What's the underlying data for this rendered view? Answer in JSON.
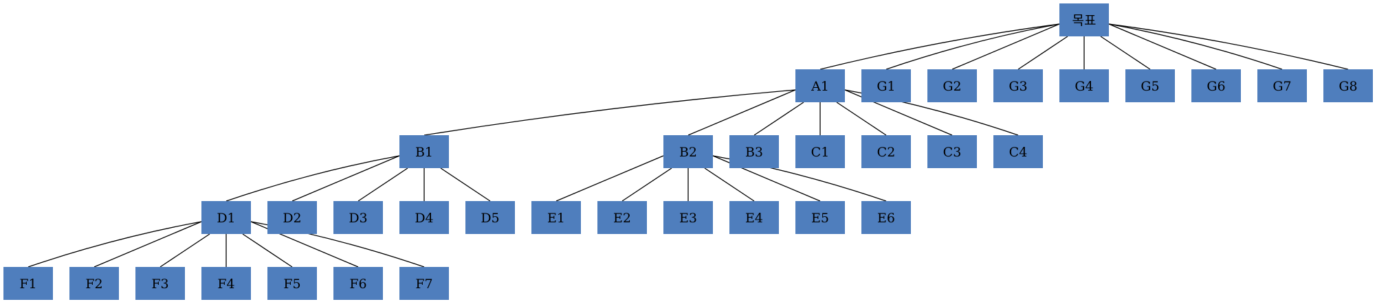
{
  "colors": {
    "node_fill": "#4f7ebd",
    "edge": "#000000",
    "label": "#000000",
    "background": "#ffffff"
  },
  "root": {
    "label": "목표",
    "children": [
      {
        "label": "A1",
        "children": [
          {
            "label": "B1",
            "children": [
              {
                "label": "D1",
                "children": [
                  {
                    "label": "F1"
                  },
                  {
                    "label": "F2"
                  },
                  {
                    "label": "F3"
                  },
                  {
                    "label": "F4"
                  },
                  {
                    "label": "F5"
                  },
                  {
                    "label": "F6"
                  },
                  {
                    "label": "F7"
                  }
                ]
              },
              {
                "label": "D2"
              },
              {
                "label": "D3"
              },
              {
                "label": "D4"
              },
              {
                "label": "D5"
              }
            ]
          },
          {
            "label": "B2",
            "children": [
              {
                "label": "E1"
              },
              {
                "label": "E2"
              },
              {
                "label": "E3"
              },
              {
                "label": "E4"
              },
              {
                "label": "E5"
              },
              {
                "label": "E6"
              }
            ]
          },
          {
            "label": "B3"
          },
          {
            "label": "C1"
          },
          {
            "label": "C2"
          },
          {
            "label": "C3"
          },
          {
            "label": "C4"
          }
        ]
      },
      {
        "label": "G1"
      },
      {
        "label": "G2"
      },
      {
        "label": "G3"
      },
      {
        "label": "G4"
      },
      {
        "label": "G5"
      },
      {
        "label": "G6"
      },
      {
        "label": "G7"
      },
      {
        "label": "G8"
      }
    ]
  }
}
